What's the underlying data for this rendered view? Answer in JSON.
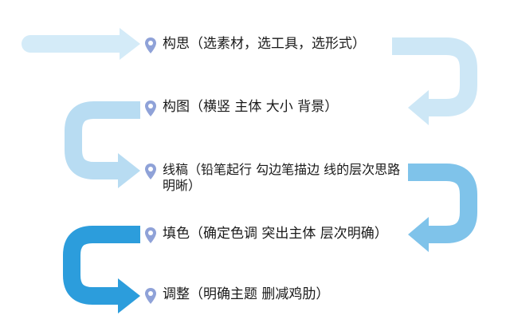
{
  "steps": [
    {
      "text": "构思（选素材，选工具，选形式）"
    },
    {
      "text": "构图（横竖 主体 大小 背景）"
    },
    {
      "text": "线稿（铅笔起行 勾边笔描边 线的层次思路明晰）"
    },
    {
      "text": "填色（确定色调 突出主体 层次明确）"
    },
    {
      "text": "调整（明确主题 删减鸡肋）"
    }
  ],
  "colors": {
    "pin": "#8fa2d8",
    "pin_dot": "#ffffff",
    "arrow_1": "#d4ebf8",
    "arrow_2": "#cde7f6",
    "arrow_3": "#b8dcf2",
    "arrow_4": "#7fc3ea",
    "arrow_5": "#2c9ddc",
    "arrow_6": "#1a8fd4"
  },
  "icons": {
    "step_marker": "location-pin-icon"
  }
}
